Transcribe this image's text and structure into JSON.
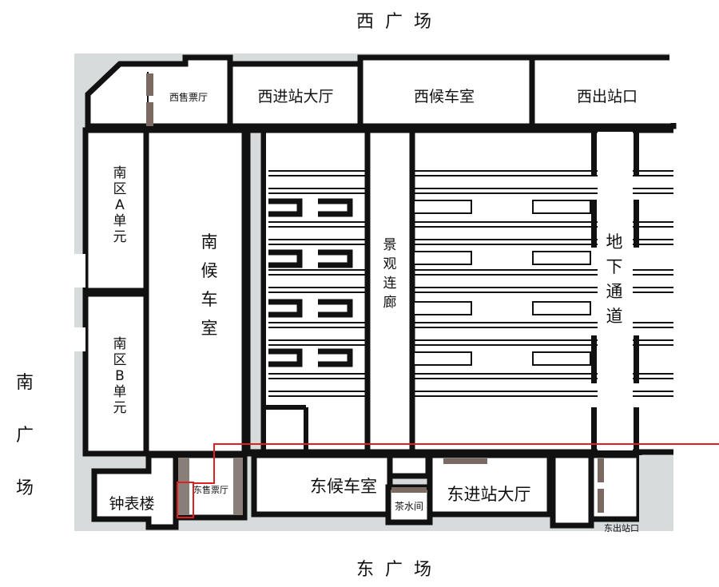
{
  "squares": {
    "west": "西广场",
    "east": "东广场",
    "south": "南广场"
  },
  "rooms": {
    "west_ticket_hall": "西售票厅",
    "west_entrance_hall": "西进站大厅",
    "west_waiting_room": "西候车室",
    "west_exit": "西出站口",
    "south_zone_a": "南区A单元",
    "south_zone_b": "南区B单元",
    "south_waiting_room": "南候车室",
    "landscape_corridor": "景观连廊",
    "underground_passage": "地下通道",
    "clock_tower": "钟表楼",
    "east_ticket_hall": "东售票厅",
    "east_waiting_room": "东候车室",
    "tea_room": "茶水间",
    "east_entrance_hall": "东进站大厅",
    "east_exit": "东出站口"
  },
  "colors": {
    "background_area": "#d7dbdc",
    "wall": "#111111",
    "route_line": "#e02020",
    "gate": "#7a6a62"
  }
}
